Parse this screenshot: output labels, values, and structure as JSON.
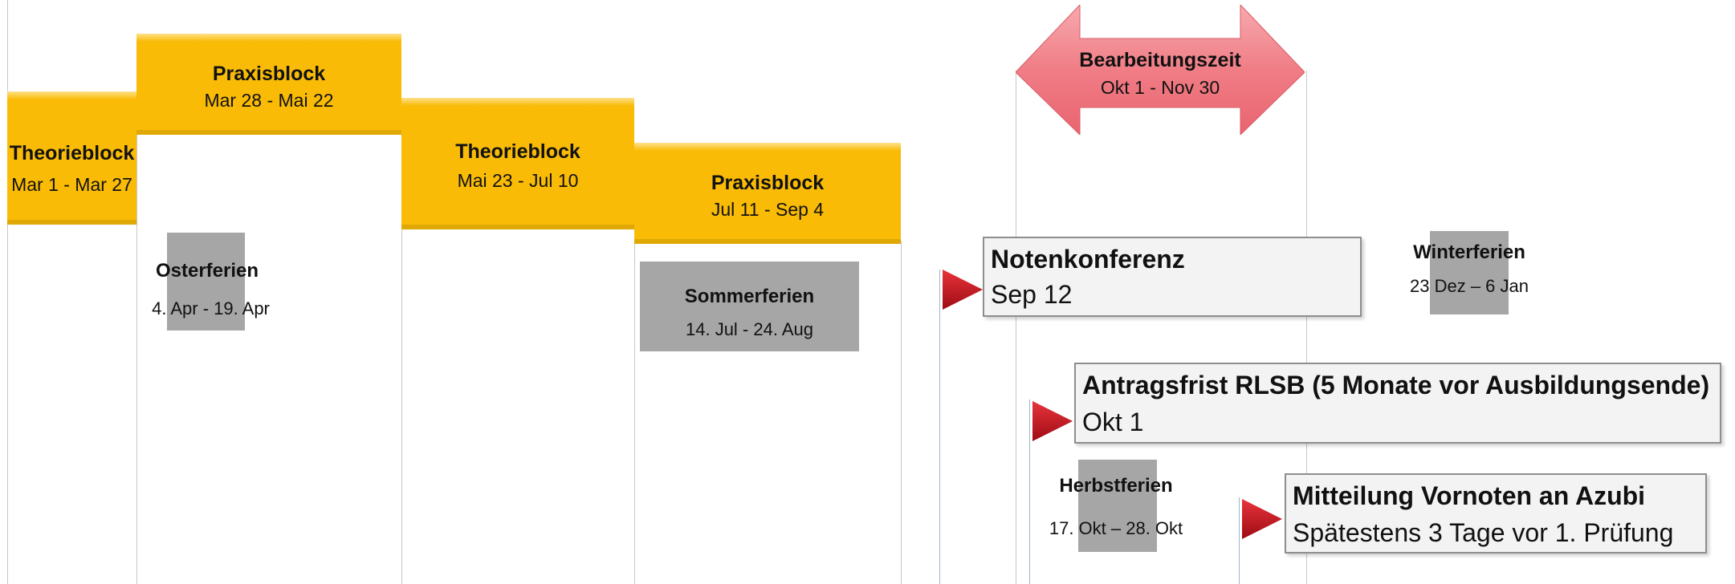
{
  "blocks": [
    {
      "title": "Theorieblock",
      "dates": "Mar 1 - Mar 27"
    },
    {
      "title": "Praxisblock",
      "dates": "Mar 28 - Mai 22"
    },
    {
      "title": "Theorieblock",
      "dates": "Mai 23 - Jul 10"
    },
    {
      "title": "Praxisblock",
      "dates": "Jul 11 - Sep 4"
    }
  ],
  "bearbeitungszeit": {
    "title": "Bearbeitungszeit",
    "dates": "Okt 1 - Nov 30",
    "color": "#f07d86"
  },
  "ferien": [
    {
      "title": "Osterferien",
      "dates": "4. Apr - 19. Apr"
    },
    {
      "title": "Sommerferien",
      "dates": "14. Jul - 24. Aug"
    },
    {
      "title": "Herbstferien",
      "dates": "17. Okt – 28. Okt"
    },
    {
      "title": "Winterferien",
      "dates": "23 Dez – 6 Jan"
    }
  ],
  "milestones": [
    {
      "title": "Notenkonferenz",
      "detail": "Sep 12"
    },
    {
      "title": "Antragsfrist RLSB (5 Monate vor Ausbildungsende)",
      "detail": "Okt 1"
    },
    {
      "title": "Mitteilung Vornoten an Azubi",
      "detail": "Spätestens 3 Tage vor 1. Prüfung"
    }
  ],
  "colors": {
    "block": "#f9bb06",
    "ferien": "#a6a6a6",
    "flag": "#c8141c",
    "milestone_box": "#f3f3f3"
  }
}
